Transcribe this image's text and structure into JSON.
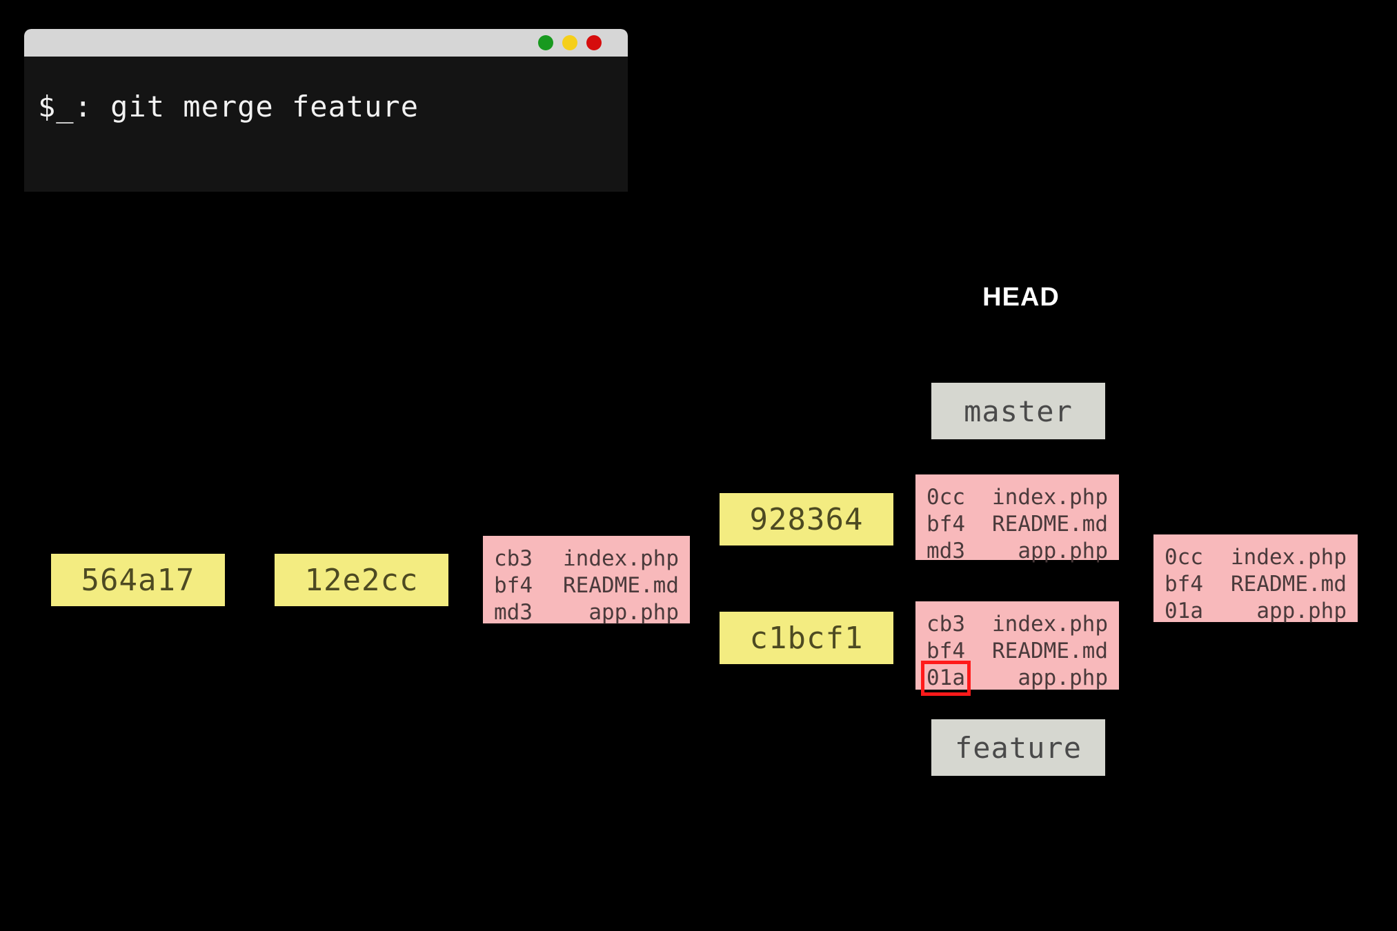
{
  "terminal": {
    "prompt_line": "$_: git merge feature",
    "buttons": {
      "minimize": "green-dot",
      "maximize": "yellow-dot",
      "close": "red-dot"
    }
  },
  "graph": {
    "head_label": "HEAD",
    "refs": [
      {
        "name": "master",
        "label": "master"
      },
      {
        "name": "feature",
        "label": "feature"
      }
    ],
    "commits": [
      {
        "id": "564a17"
      },
      {
        "id": "12e2cc"
      },
      {
        "id": "928364"
      },
      {
        "id": "c1bcf1"
      }
    ],
    "trees": [
      {
        "key": "tree-cb3-md3",
        "rows": [
          {
            "hash": "cb3",
            "file": "index.php",
            "highlight": false
          },
          {
            "hash": "bf4",
            "file": "README.md",
            "highlight": false
          },
          {
            "hash": "md3",
            "file": "app.php",
            "highlight": false
          }
        ]
      },
      {
        "key": "tree-0cc-md3",
        "rows": [
          {
            "hash": "0cc",
            "file": "index.php",
            "highlight": false
          },
          {
            "hash": "bf4",
            "file": "README.md",
            "highlight": false
          },
          {
            "hash": "md3",
            "file": "app.php",
            "highlight": false
          }
        ]
      },
      {
        "key": "tree-cb3-01a",
        "rows": [
          {
            "hash": "cb3",
            "file": "index.php",
            "highlight": false
          },
          {
            "hash": "bf4",
            "file": "README.md",
            "highlight": false
          },
          {
            "hash": "01a",
            "file": "app.php",
            "highlight": true
          }
        ]
      },
      {
        "key": "tree-0cc-01a",
        "rows": [
          {
            "hash": "0cc",
            "file": "index.php",
            "highlight": false
          },
          {
            "hash": "bf4",
            "file": "README.md",
            "highlight": false
          },
          {
            "hash": "01a",
            "file": "app.php",
            "highlight": false
          }
        ]
      }
    ]
  },
  "colors": {
    "background": "#000000",
    "commit_fill": "#f3ec81",
    "tree_fill": "#f8b9bb",
    "ref_fill": "#d6d7d0",
    "highlight_stroke": "#ff1a1a",
    "terminal_titlebar": "#d6d6d6",
    "terminal_body": "#141414",
    "dot_green": "#18991f",
    "dot_yellow": "#f5cf1a",
    "dot_red": "#d60d0d"
  }
}
